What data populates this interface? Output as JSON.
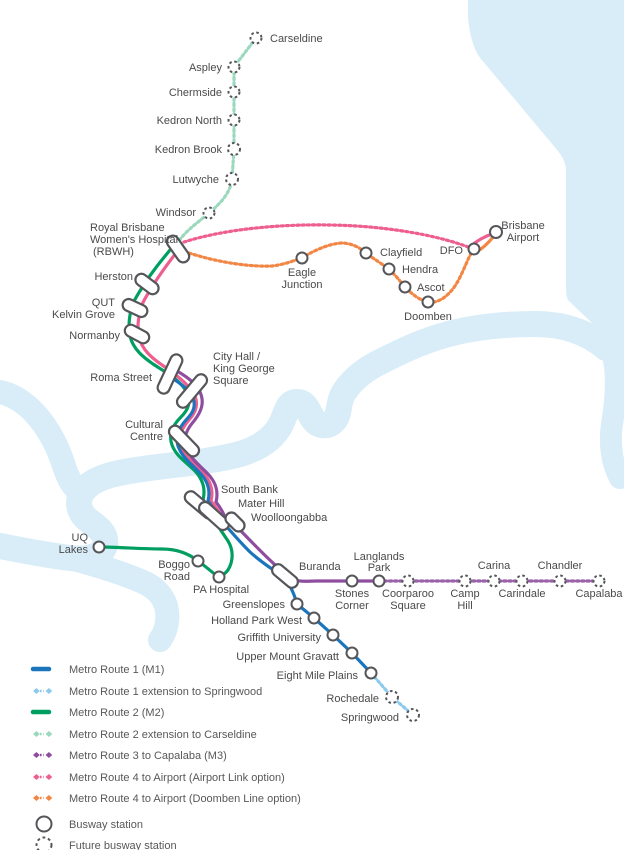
{
  "colors": {
    "m1": "#1b75bc",
    "m1_extension": "#8ecaed",
    "m2": "#009e60",
    "m2_extension": "#9bd8bd",
    "m3": "#8f4d9f",
    "m3_dashed": "#9a62a8",
    "m4_pink": "#ee5f90",
    "m4_orange": "#f28745",
    "river": "#d9edf8",
    "station_outline": "#55565a",
    "label_text": "#4a4a4c"
  },
  "stations": {
    "carseldine": "Carseldine",
    "aspley": "Aspley",
    "chermside": "Chermside",
    "kedron_north": "Kedron North",
    "kedron_brook": "Kedron Brook",
    "lutwyche": "Lutwyche",
    "windsor": "Windsor",
    "rbwh_1": "Royal Brisbane",
    "rbwh_2": "Women's Hospital",
    "rbwh_3": "(RBWH)",
    "herston": "Herston",
    "qut_1": "QUT",
    "qut_2": "Kelvin Grove",
    "normanby": "Normanby",
    "roma_street": "Roma Street",
    "city_hall_1": "City Hall /",
    "city_hall_2": "King George",
    "city_hall_3": "Square",
    "cultural_1": "Cultural",
    "cultural_2": "Centre",
    "south_bank": "South Bank",
    "mater_hill": "Mater Hill",
    "woolloongabba": "Woolloongabba",
    "uq_1": "UQ",
    "uq_2": "Lakes",
    "boggo_1": "Boggo",
    "boggo_2": "Road",
    "pa_hospital": "PA Hospital",
    "buranda": "Buranda",
    "stones_1": "Stones",
    "stones_2": "Corner",
    "langlands_1": "Langlands",
    "langlands_2": "Park",
    "coorparoo_1": "Coorparoo",
    "coorparoo_2": "Square",
    "camp_1": "Camp",
    "camp_2": "Hill",
    "carina": "Carina",
    "carindale": "Carindale",
    "chandler": "Chandler",
    "capalaba": "Capalaba",
    "greenslopes": "Greenslopes",
    "holland_park_west": "Holland Park West",
    "griffith_university": "Griffith University",
    "upper_mount_gravatt": "Upper Mount Gravatt",
    "eight_mile_plains": "Eight Mile Plains",
    "rochedale": "Rochedale",
    "springwood": "Springwood",
    "eagle_1": "Eagle",
    "eagle_2": "Junction",
    "clayfield": "Clayfield",
    "hendra": "Hendra",
    "ascot": "Ascot",
    "doomben": "Doomben",
    "dfo": "DFO",
    "brisbane_airport_1": "Brisbane",
    "brisbane_airport_2": "Airport"
  },
  "legend": {
    "items": [
      {
        "label": "Metro Route 1 (M1)",
        "style": "solid",
        "color": "#1b75bc"
      },
      {
        "label": "Metro Route 1 extension to Springwood",
        "style": "dashed",
        "color": "#8ecaed"
      },
      {
        "label": "Metro Route 2 (M2)",
        "style": "solid",
        "color": "#009e60"
      },
      {
        "label": "Metro Route 2 extension to Carseldine",
        "style": "dashed",
        "color": "#9bd8bd"
      },
      {
        "label": "Metro Route 3 to Capalaba (M3)",
        "style": "dashed",
        "color": "#8f4d9f"
      },
      {
        "label": "Metro Route 4 to Airport (Airport Link option)",
        "style": "dashed",
        "color": "#ee5f90"
      },
      {
        "label": "Metro Route 4 to Airport (Doomben Line option)",
        "style": "dashed",
        "color": "#f28745"
      }
    ],
    "busway_station": "Busway station",
    "future_busway_station": "Future busway station"
  }
}
